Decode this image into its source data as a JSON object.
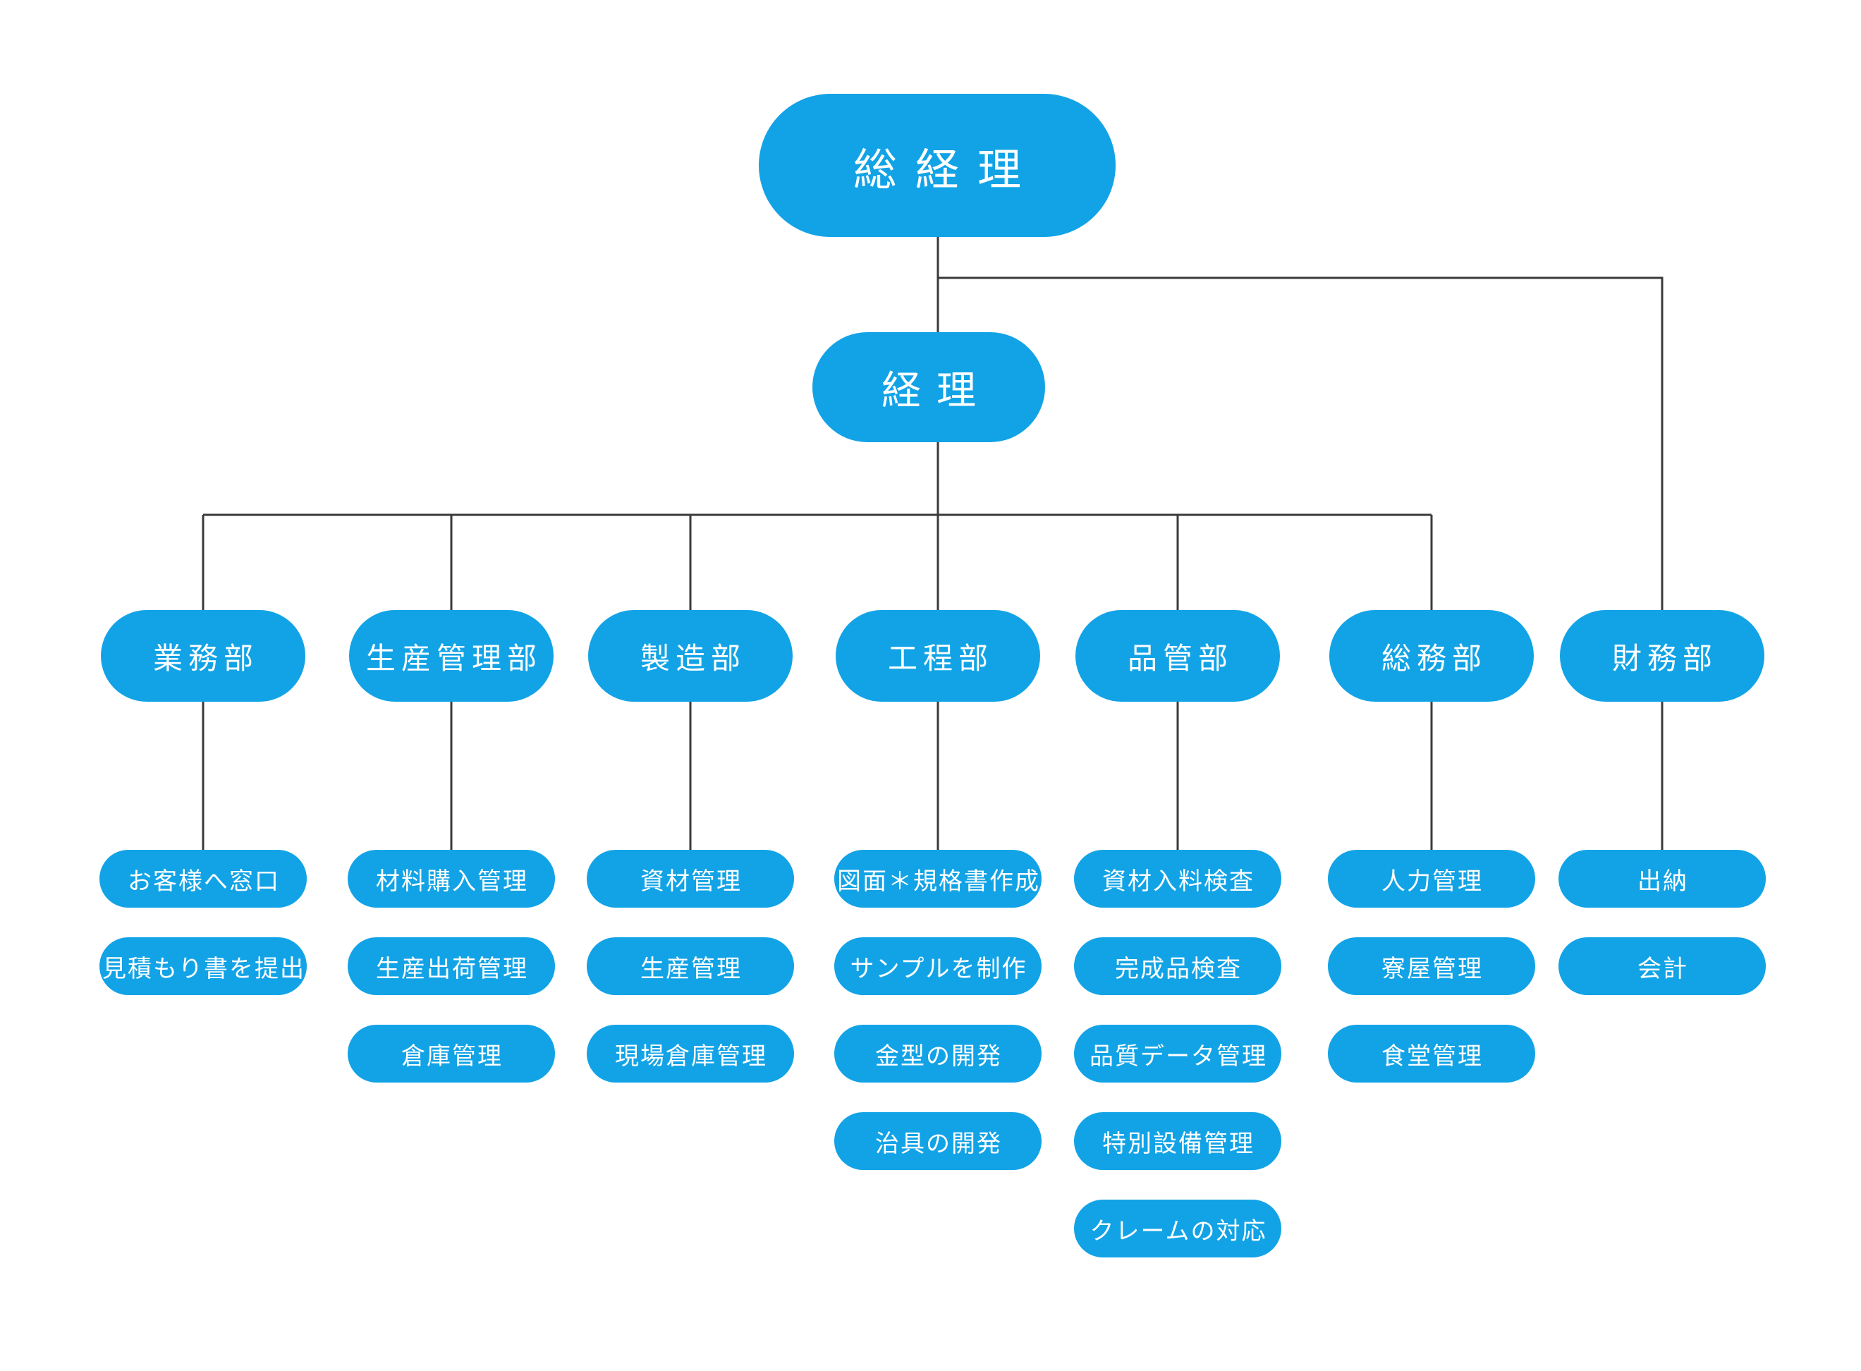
{
  "colors": {
    "node_fill": "#12a3e6",
    "node_text": "#ffffff",
    "connector": "#3a3a3a"
  },
  "root": {
    "label": "総経理"
  },
  "manager": {
    "label": "経理"
  },
  "departments": [
    {
      "name": "業務部",
      "tasks": [
        "お客様へ窓口",
        "見積もり書を提出"
      ]
    },
    {
      "name": "生産管理部",
      "tasks": [
        "材料購入管理",
        "生産出荷管理",
        "倉庫管理"
      ]
    },
    {
      "name": "製造部",
      "tasks": [
        "資材管理",
        "生産管理",
        "現場倉庫管理"
      ]
    },
    {
      "name": "工程部",
      "tasks": [
        "図面＊規格書作成",
        "サンプルを制作",
        "金型の開発",
        "治具の開発"
      ]
    },
    {
      "name": "品管部",
      "tasks": [
        "資材入料検査",
        "完成品検査",
        "品質データ管理",
        "特別設備管理",
        "クレームの対応"
      ]
    },
    {
      "name": "総務部",
      "tasks": [
        "人力管理",
        "寮屋管理",
        "食堂管理"
      ]
    },
    {
      "name": "財務部",
      "tasks": [
        "出納",
        "会計"
      ]
    }
  ]
}
